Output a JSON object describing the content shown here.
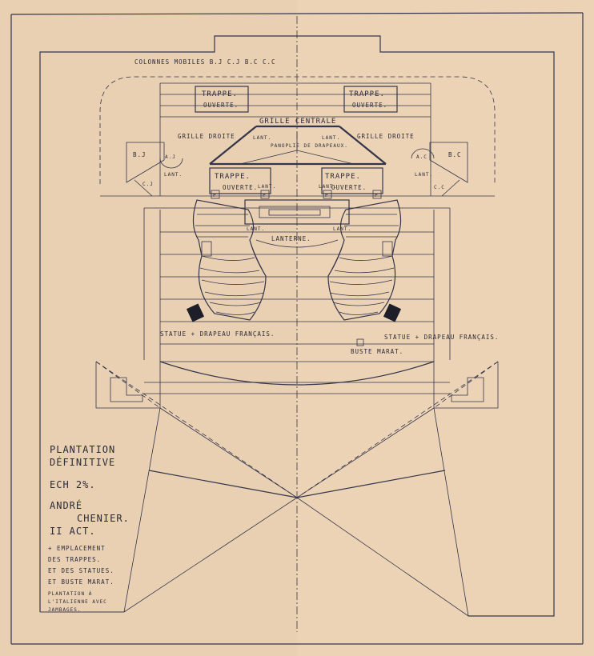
{
  "labels": {
    "columns": "COLONNES MOBILES  B.J  C.J  B.C  C.C",
    "trapdoor_title": "TRAPPE.",
    "trapdoor_open": "OUVERTE.",
    "central_grid": "GRILLE CENTRALE",
    "right_grid": "GRILLE DROITE",
    "lantern_short": "LANT.",
    "trophy": "PANOPLIE DE DRAPEAUX.",
    "lantern": "LANTERNE.",
    "statue": "STATUE + DRAPEAU FRANÇAIS.",
    "bust": "BUSTE MARAT.",
    "bj": "B.J",
    "cj": "C.J",
    "bc": "B.C",
    "cc": "C.C",
    "aj": "A.J",
    "ac": "A.C",
    "p": "P"
  },
  "title_block": {
    "line1": "PLANTATION",
    "line2": "DÉFINITIVE",
    "scale": "ECH 2%.",
    "play1": "ANDRÉ",
    "play2": "CHENIER.",
    "act": "II ACT.",
    "note1": "+ EMPLACEMENT",
    "note2": "DES TRAPPES.",
    "note3": "ET DES STATUES.",
    "note4": "ET BUSTE MARAT.",
    "note5": "PLANTATION À",
    "note6": "L'ITALIENNE AVEC",
    "note7": "JAMBAGES."
  },
  "colors": {
    "paper": "#ecd3b6",
    "ink": "#34354a"
  }
}
